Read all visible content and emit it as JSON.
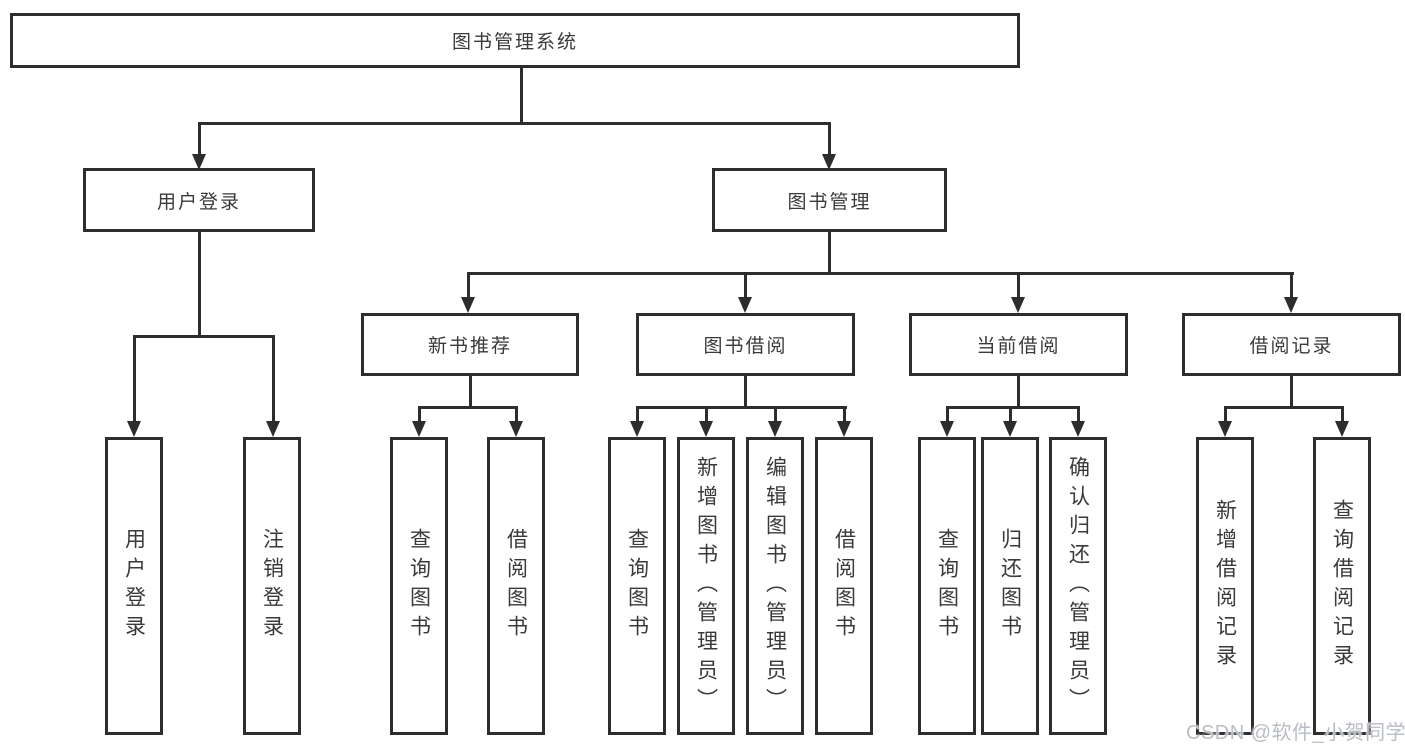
{
  "colors": {
    "line": "#2d2d2d",
    "text": "#3a3a3a",
    "background": "#ffffff",
    "watermark": "#b9bdc4"
  },
  "nodes": {
    "root": "图书管理系统",
    "user_login": "用户登录",
    "book_mgmt": "图书管理",
    "new_book_rec": "新书推荐",
    "book_borrow": "图书借阅",
    "current_borrow": "当前借阅",
    "borrow_records": "借阅记录",
    "leaf_user_login": "用户登录",
    "leaf_logout": "注销登录",
    "leaf_query_book_rec": "查询图书",
    "leaf_borrow_book_rec": "借阅图书",
    "leaf_query_book_borrow": "查询图书",
    "leaf_add_book_admin": "新增图书（管理员）",
    "leaf_edit_book_admin": "编辑图书（管理员）",
    "leaf_borrow_book_borrow": "借阅图书",
    "leaf_query_book_current": "查询图书",
    "leaf_return_book": "归还图书",
    "leaf_confirm_return_admin": "确认归还（管理员）",
    "leaf_add_borrow_record": "新增借阅记录",
    "leaf_query_borrow_record": "查询借阅记录"
  },
  "watermark": "CSDN @软件_小贺同学"
}
